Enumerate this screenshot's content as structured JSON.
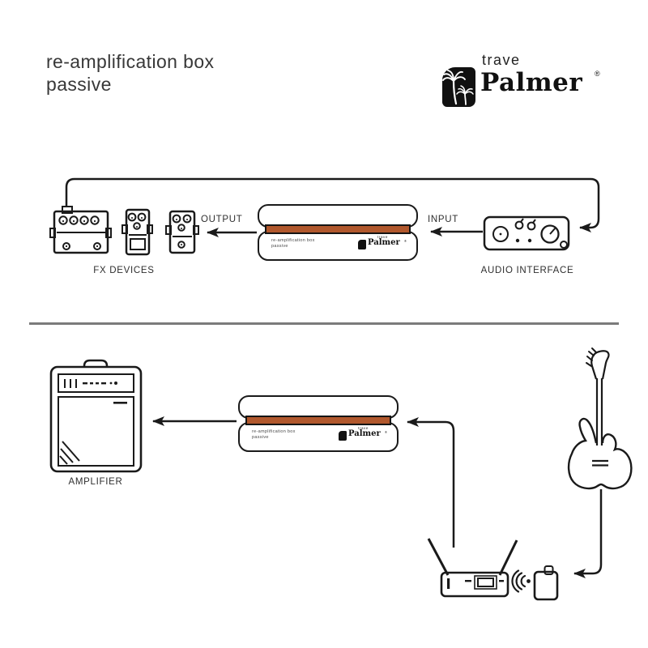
{
  "title": {
    "line1": "re-amplification box",
    "line2": "passive"
  },
  "brand": {
    "sub": "trave",
    "name": "Palmer",
    "reg": "®"
  },
  "labels": {
    "fx_devices": "FX DEVICES",
    "output": "OUTPUT",
    "input": "INPUT",
    "audio_interface": "AUDIO INTERFACE",
    "amplifier": "AMPLIFIER"
  },
  "reamp_box": {
    "line1": "re-amplification box",
    "line2": "passive",
    "brand_sub": "trave",
    "brand_name": "Palmer",
    "reg": "®"
  },
  "colors": {
    "stroke": "#1a1a1a",
    "stripe": "#b1582d",
    "divider": "#7b7b7b",
    "text": "#2e2e2e"
  }
}
